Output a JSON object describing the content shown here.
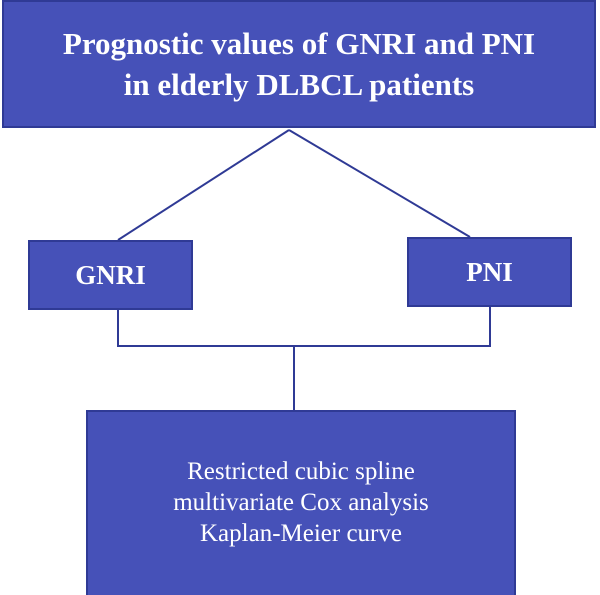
{
  "title": {
    "line1": "Prognostic values of GNRI and PNI",
    "line2": "in elderly DLBCL patients"
  },
  "nodes": {
    "gnri": "GNRI",
    "pni": "PNI"
  },
  "methods": {
    "line1": "Restricted cubic spline",
    "line2": "multivariate Cox analysis",
    "line3": "Kaplan-Meier curve"
  },
  "colors": {
    "box_fill": "#4651b8",
    "box_border": "#2f3a95",
    "connector": "#2f3a95",
    "text": "#ffffff"
  }
}
